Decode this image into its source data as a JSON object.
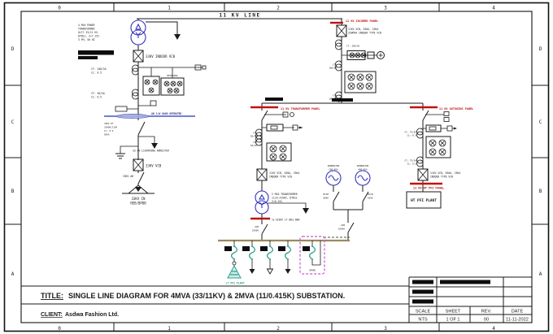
{
  "frame": {
    "ruler_numbers": [
      "0",
      "1",
      "2",
      "3",
      "4"
    ],
    "ruler_letters": [
      "D",
      "C",
      "B",
      "A"
    ]
  },
  "diagram": {
    "line_label": "11 KV LINE",
    "left": {
      "tx1": [
        "4 MVA POWER",
        "TRANSFORMER",
        "OLTC 33/11 KV",
        "DYN11, Z=7.15%",
        "3 PH, 50 HZ"
      ],
      "vcb_top": "33KV INDOOR VCB",
      "ct1": [
        "CT: 100/5A",
        "CL: 0.5"
      ],
      "ct2": [
        "CT: 50/5A",
        "CL: 0.5"
      ],
      "meter_caption": "METERING",
      "ab_note": "AB S/W GANG OPERATED",
      "pt": [
        "33KV PT",
        "33000/110V",
        "CL: 0.5",
        "50VA"
      ],
      "la": "33 KV LIGHTNING ARRESTER",
      "vcb33": "33KV VCB",
      "ab33": "33KV AB",
      "incoming": [
        "33KV IN",
        "REB/BPDB"
      ]
    },
    "incomer": {
      "panel": "11 KV INCOMER PANEL",
      "vcb": [
        "11KV VCB, 630A, 25KA",
        "350MVA INDOOR TYPE VCB"
      ],
      "ct_top": "CT: 200/5A",
      "ct1": [
        "CT:",
        "100/5A"
      ],
      "ct2": [
        "CT:",
        "100/5A"
      ]
    },
    "transformer_panel": {
      "panel": "11 KV TRANSFORMER PANEL",
      "ct1": [
        "CT:",
        "50/5A"
      ],
      "ct2": [
        "CT:",
        "50/5A"
      ],
      "vcb": [
        "11KV VCB, 630A, 25KA",
        "INDOOR TYPE VCB"
      ],
      "tx2": [
        "2 MVA TRANSFORMER",
        "11/0.415KV, DYN11",
        "Z=6.25%"
      ],
      "lt_bus": "0.415KV LT BUS BAR",
      "acb": [
        "ACB",
        "2500A"
      ]
    },
    "generators": {
      "gen1": [
        "GENERATOR",
        "500 KVA"
      ],
      "gen1_brk": [
        "MCCB",
        "800A"
      ],
      "gen2": [
        "GENERATOR",
        "400 KVA"
      ],
      "gen2_brk": [
        "MCCB",
        "630A"
      ],
      "acb": [
        "ACB",
        "1600A"
      ]
    },
    "outgoing": {
      "panel": "11 KV OUTGOING PANEL",
      "ct1": [
        "CT: 75/5A",
        "CL: 0.5"
      ],
      "ct2": [
        "CT: 75/5A",
        "CL: 0.5"
      ],
      "vcb": [
        "11KV VCB, 630A, 25KA",
        "INDOOR TYPE VCB"
      ],
      "pfi_panel": "11 KV HT PFI PANEL",
      "pfi_box": "HT PFI PLANT"
    },
    "feeders": {
      "lt_pfi": "LT PFI PLANT",
      "spare": "SPARE"
    },
    "colors": {
      "bus_red": "#c01212",
      "device_blue": "#3333bb",
      "breaker_teal": "#2f9e8f",
      "spare_magenta": "#cc55cc",
      "lt_bus_khaki": "#9a8a5c"
    }
  },
  "title_block": {
    "title_label": "TITLE:",
    "title_text": "SINGLE LINE DIAGRAM FOR 4MVA (33/11KV) & 2MVA (11/0.415K) SUBSTATION.",
    "client_label": "CLIENT:",
    "client_text": "Asdwa Fashion Ltd.",
    "scale_label": "SCALE",
    "scale_value": "NTS",
    "sheet_label": "SHEET",
    "sheet_value": "1 OF 1",
    "rev_label": "REV.",
    "rev_value": "00",
    "date_label": "DATE",
    "date_value": "11-11-2022"
  }
}
